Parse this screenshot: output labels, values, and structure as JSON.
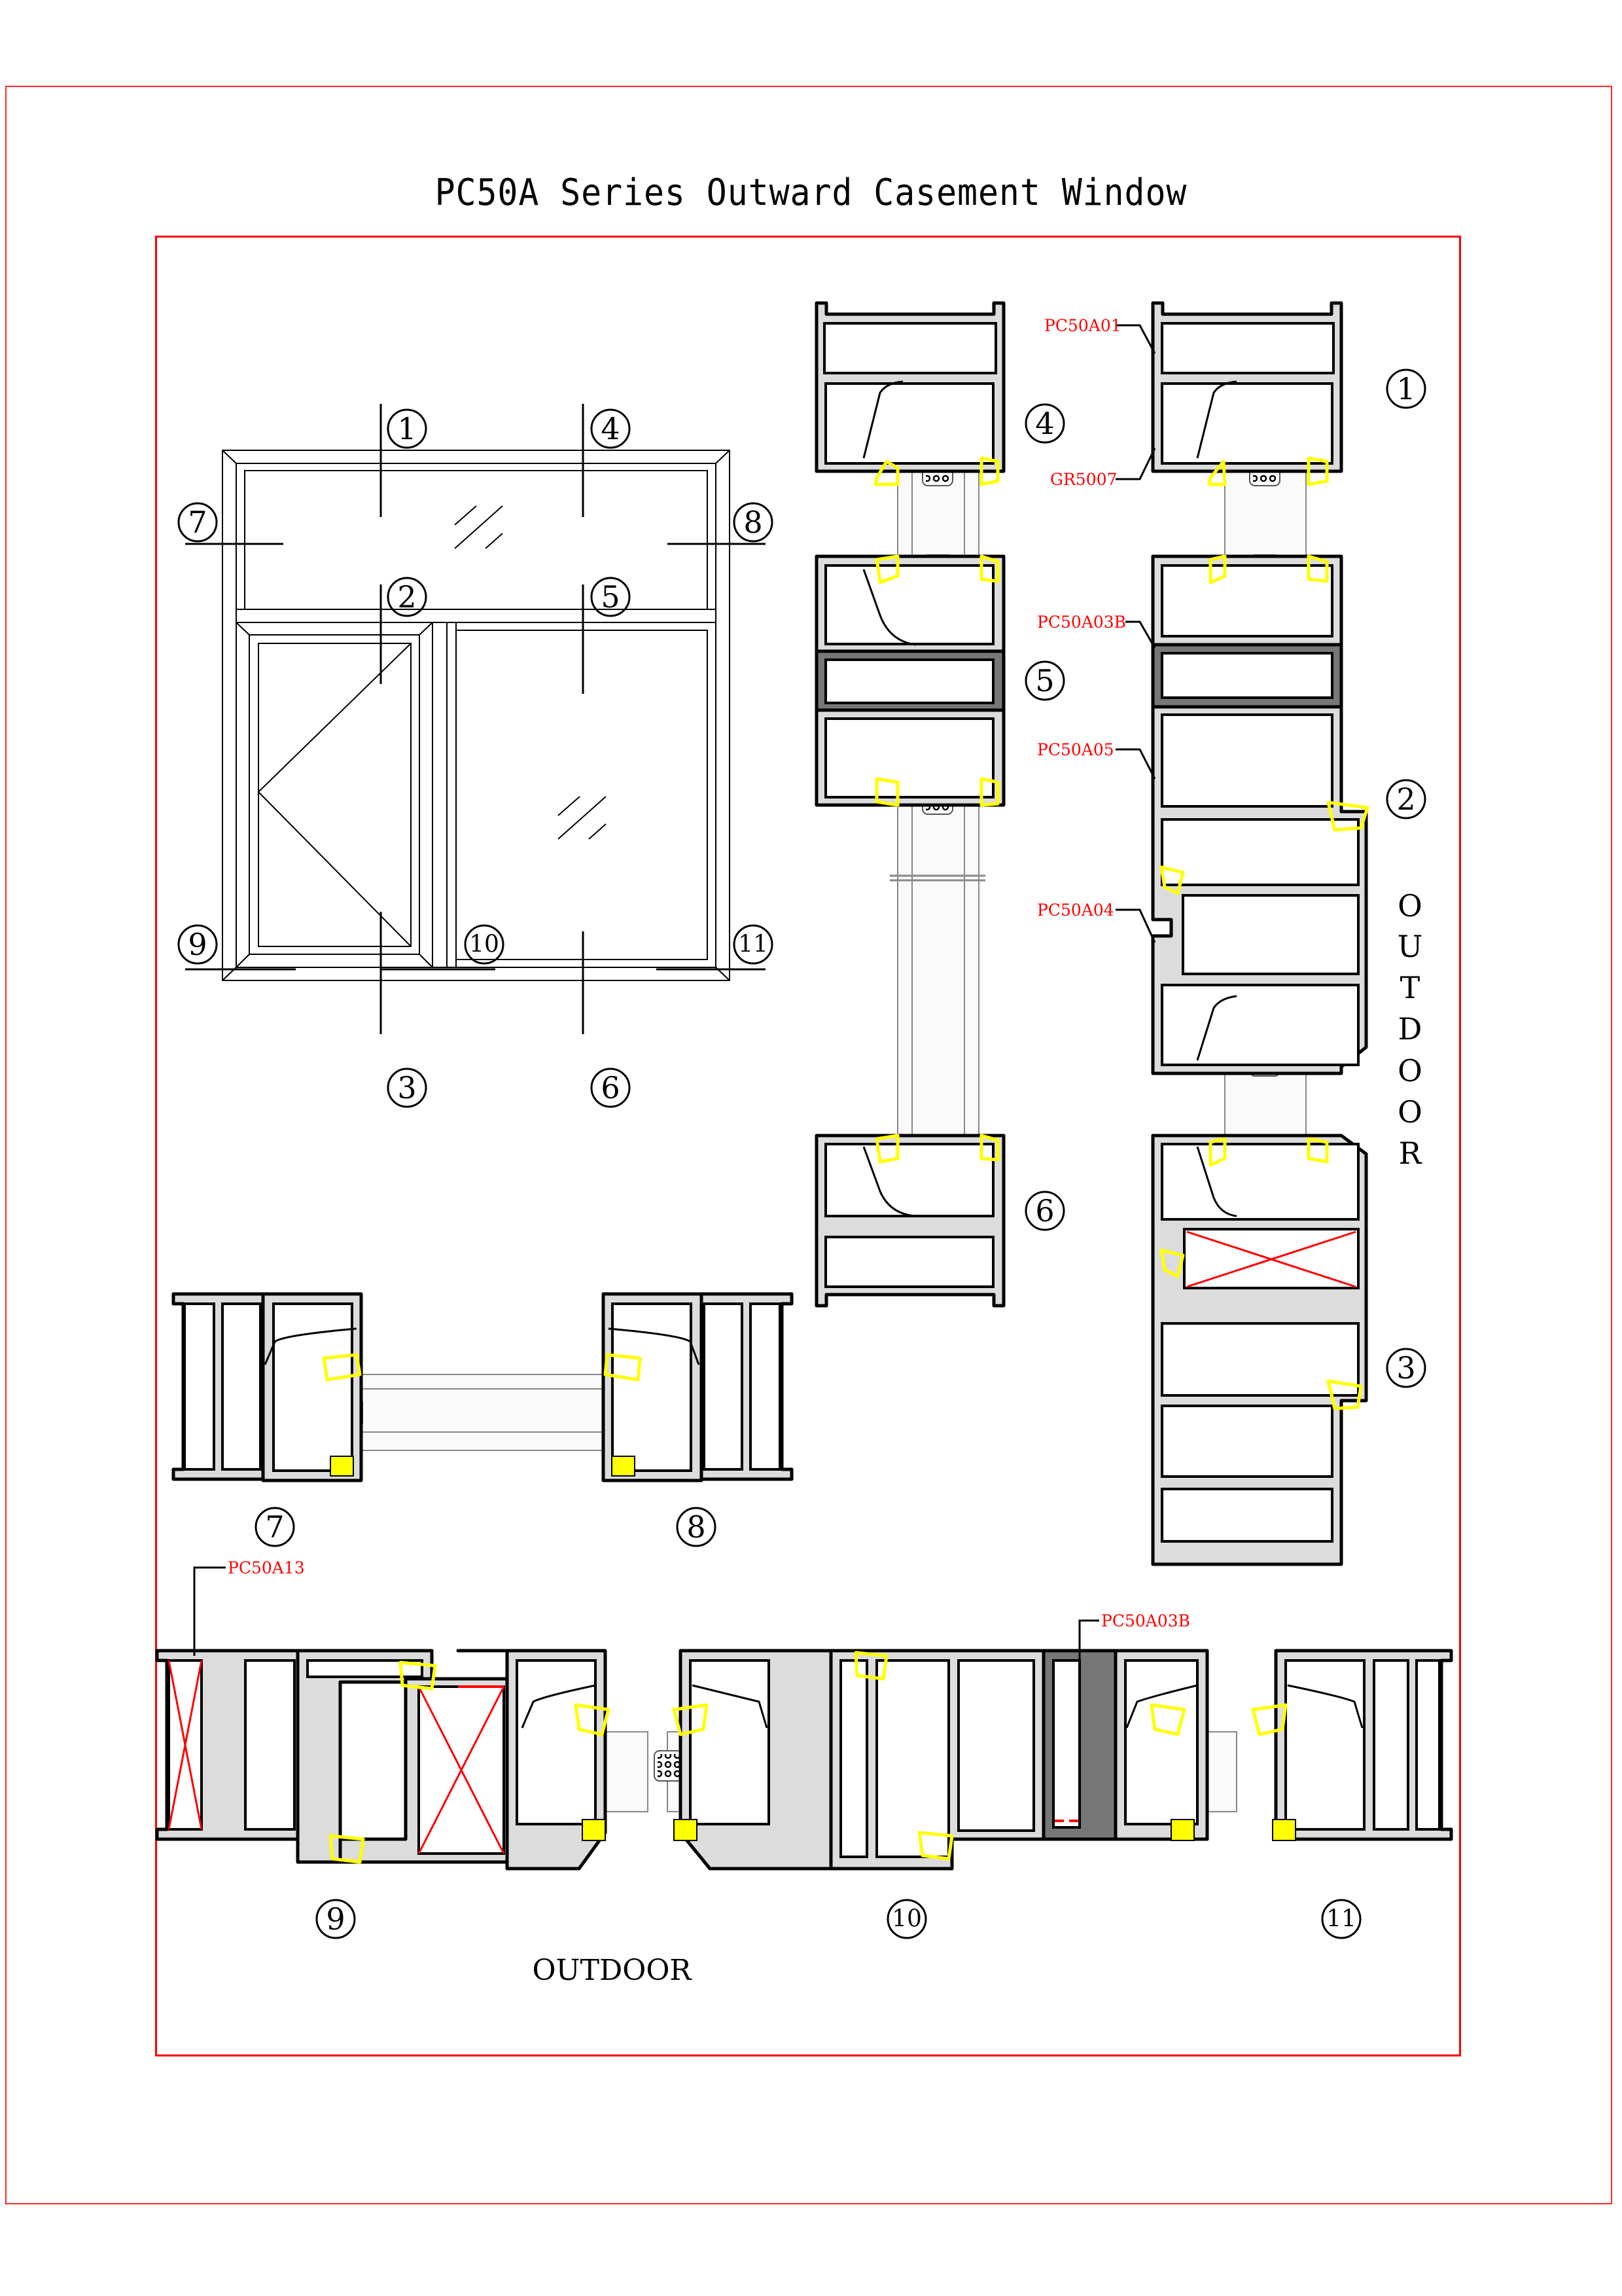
{
  "document": {
    "title": "PC50A Series Outward Casement Window",
    "border_color": "#ff0000",
    "part_label_color": "#ff0000",
    "gasket_color": "#ffff00",
    "profile_fill": "#dcdcdc"
  },
  "elevation": {
    "section_markers": [
      {
        "id": "1",
        "glyph": "①"
      },
      {
        "id": "2",
        "glyph": "②"
      },
      {
        "id": "3",
        "glyph": "③"
      },
      {
        "id": "4",
        "glyph": "④"
      },
      {
        "id": "5",
        "glyph": "⑤"
      },
      {
        "id": "6",
        "glyph": "⑥"
      },
      {
        "id": "7",
        "glyph": "⑦"
      },
      {
        "id": "8",
        "glyph": "⑧"
      },
      {
        "id": "9",
        "glyph": "⑨"
      },
      {
        "id": "10",
        "glyph": "⑩"
      },
      {
        "id": "11",
        "glyph": "⑪"
      }
    ]
  },
  "sections": {
    "vertical_middle": {
      "labels": [
        "④",
        "⑤",
        "⑥"
      ]
    },
    "vertical_right": {
      "labels": [
        "①",
        "②",
        "③"
      ],
      "parts": [
        "PC50A01",
        "GR5007",
        "PC50A03B",
        "PC50A05",
        "PC50A04"
      ],
      "side_note": "OUTDOOR",
      "side_note_letters": [
        "O",
        "U",
        "T",
        "D",
        "O",
        "O",
        "R"
      ]
    },
    "horizontal_top": {
      "labels": [
        "⑦",
        "⑧"
      ]
    },
    "horizontal_bottom": {
      "labels": [
        "⑨",
        "⑩",
        "⑪"
      ],
      "parts": [
        "PC50A13",
        "PC50A03B"
      ],
      "note": "OUTDOOR"
    }
  }
}
